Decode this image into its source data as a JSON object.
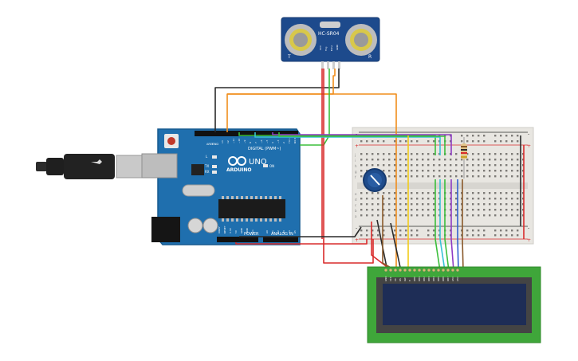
{
  "sensor": {
    "model": "HC-SR04",
    "left_mark": "T",
    "right_mark": "R",
    "pins": [
      "VCC",
      "Trig",
      "Echo",
      "GND"
    ]
  },
  "arduino": {
    "brand": "ARDUINO",
    "model": "UNO",
    "digital_label": "DIGITAL (PWM~)",
    "power_label": "POWER",
    "analog_label": "ANALOG IN",
    "led_l": "L",
    "led_tx": "TX",
    "led_rx": "RX",
    "led_on": "ON",
    "aref": "AREF",
    "gnd": "GND",
    "digital_pins": [
      "13",
      "12",
      "~11",
      "~10",
      "~9",
      "8",
      "7",
      "~6",
      "~5",
      "4",
      "~3",
      "2",
      "TX 1",
      "RX 0"
    ],
    "power_pins": [
      "IOREF",
      "RESET",
      "3.3V",
      "5V",
      "GND",
      "GND",
      "Vin"
    ],
    "analog_pins": [
      "A0",
      "A1",
      "A2",
      "A3",
      "A4",
      "A5"
    ]
  },
  "breadboard": {
    "row_letters_top": [
      "j",
      "i",
      "h",
      "g",
      "f"
    ],
    "row_letters_bottom": [
      "e",
      "d",
      "c",
      "b",
      "a"
    ],
    "rail_plus": "+",
    "rail_minus": "-"
  },
  "lcd": {
    "pins": [
      "GND",
      "VCC",
      "V0",
      "RS",
      "RW",
      "E",
      "DB0",
      "DB1",
      "DB2",
      "DB3",
      "DB4",
      "DB5",
      "DB6",
      "DB7",
      "LED",
      "LED"
    ]
  },
  "colors": {
    "board_blue": "#1f6fae",
    "lcd_green": "#3fa63a",
    "lcd_screen": "#1e2d56",
    "breadboard": "#e8e6e1",
    "wire_red": "#d92b2b",
    "wire_black": "#2a2a2a",
    "wire_orange": "#f08d1c",
    "wire_yellow": "#f2cc19",
    "wire_green": "#3bbf3b",
    "wire_cyan": "#38c2d6",
    "wire_blue": "#3060d0",
    "wire_purple": "#8e3bc4",
    "wire_brown": "#8a5a2b"
  }
}
